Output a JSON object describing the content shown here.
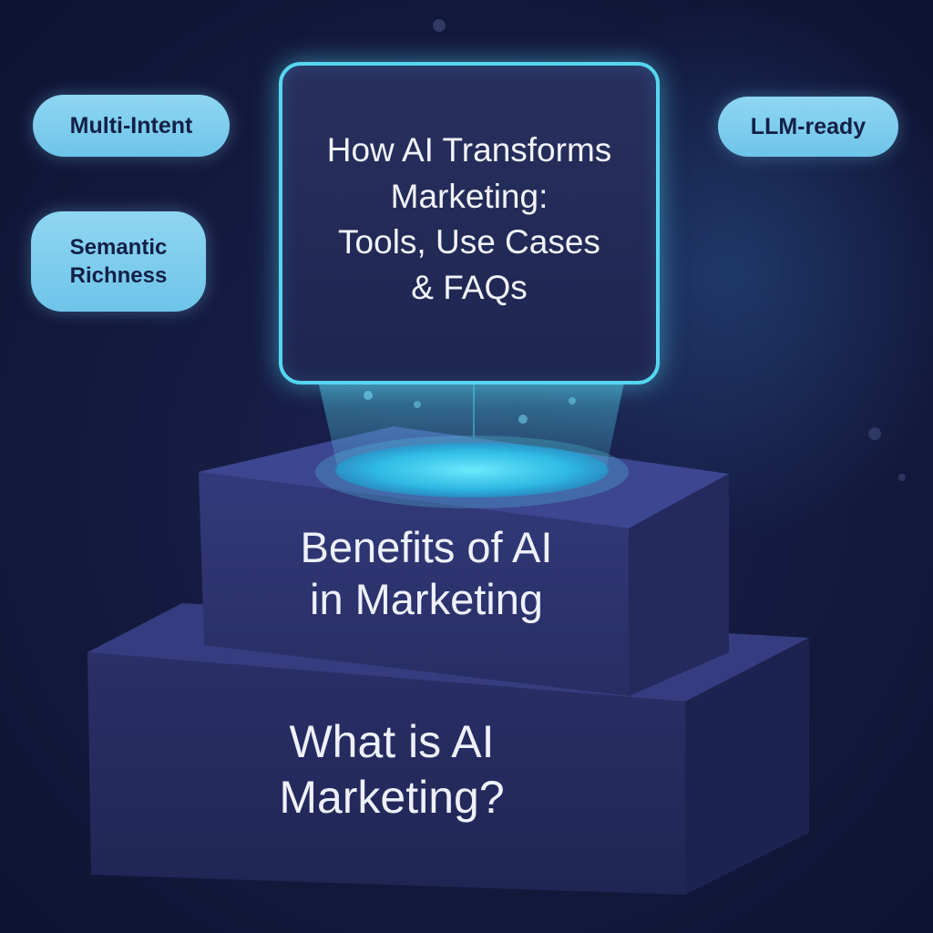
{
  "tags": [
    {
      "id": "multi",
      "label": "Multi-Intent"
    },
    {
      "id": "llm",
      "label": "LLM-ready"
    },
    {
      "id": "semantic",
      "label": "Semantic\nRichness"
    }
  ],
  "screen": {
    "title": "How AI Transforms\nMarketing:\nTools, Use Cases\n& FAQs"
  },
  "blocks": {
    "middle": {
      "label": "Benefits of AI\nin Marketing"
    },
    "bottom": {
      "label": "What is AI\nMarketing?"
    }
  },
  "colors": {
    "background": "#141a3e",
    "glow": "#56d6f0",
    "pill": "#7fcdee",
    "block_front": "#2c3370",
    "block_top": "#3a4285",
    "block_side": "#222859"
  }
}
